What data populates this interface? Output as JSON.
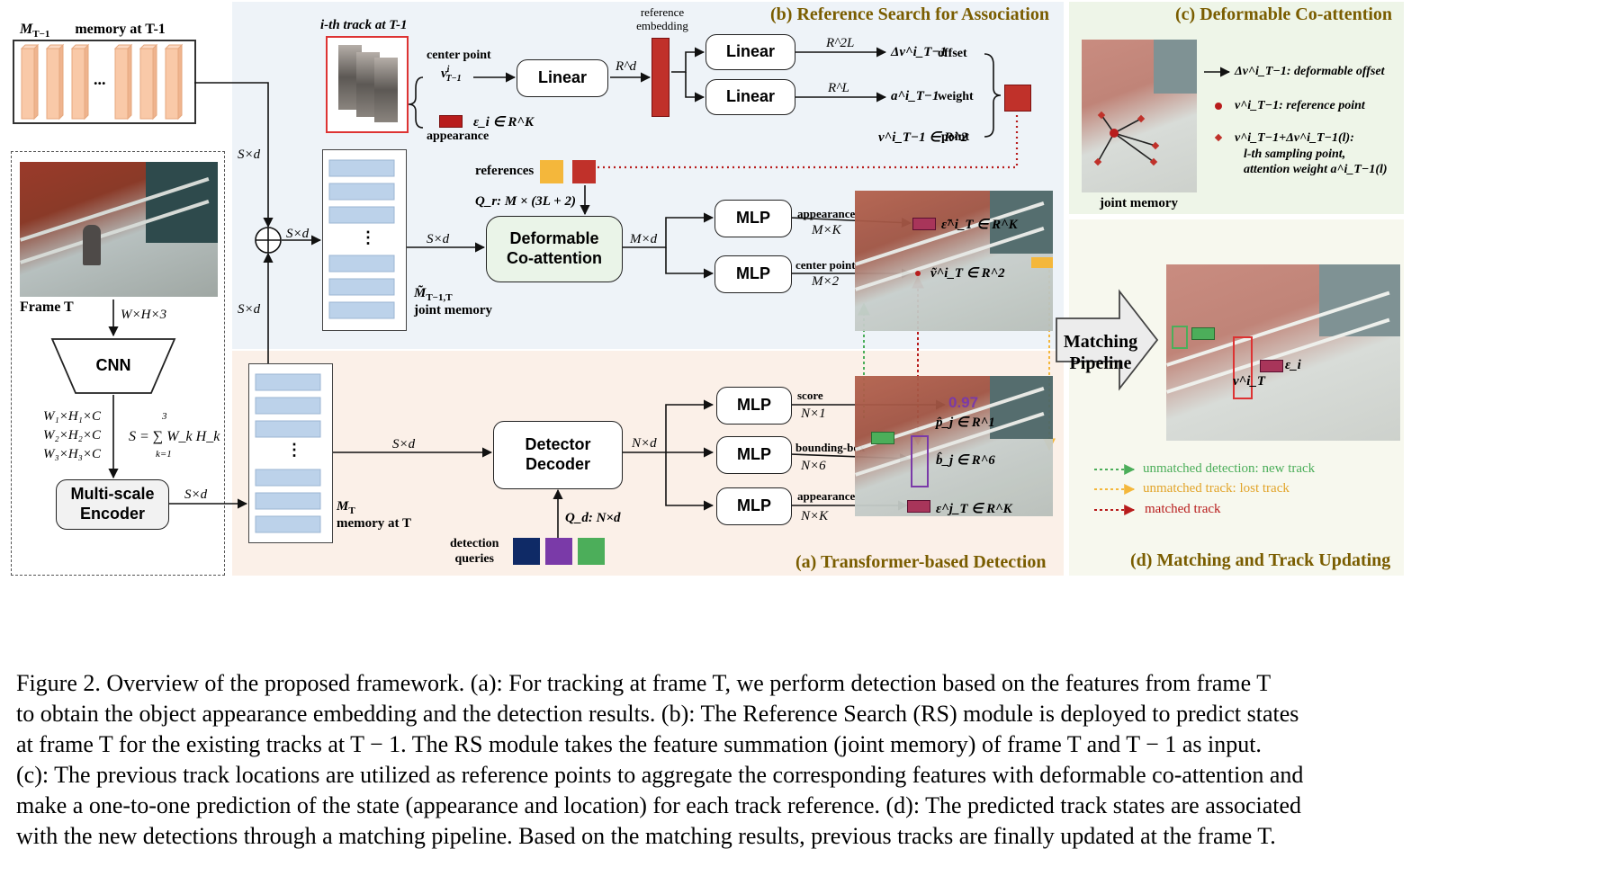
{
  "regions": {
    "reference_search": "(b) Reference Search for Association",
    "deformable_coattention": "(c) Deformable Co-attention",
    "transformer_detection": "(a) Transformer-based Detection",
    "matching": "(d) Matching and Track Updating"
  },
  "memory_prev": {
    "symbol": "M",
    "sub": "T−1",
    "label": "memory at T-1",
    "ellipsis": "..."
  },
  "frame": {
    "label": "Frame T",
    "dims": "W×H×3"
  },
  "cnn": {
    "label": "CNN"
  },
  "multiscale": {
    "label_line1": "Multi-scale",
    "label_line2": "Encoder",
    "feat1": "W₁×H₁×C",
    "feat2": "W₂×H₂×C",
    "feat3": "W₃×H₃×C",
    "sum_formula": "S = ∑ W_k H_k",
    "sum_top": "3",
    "sum_bottom": "k=1",
    "out": "S×d"
  },
  "memory_T": {
    "symbol": "M",
    "sub": "T",
    "label": "memory at T",
    "ellipsis": "⋮"
  },
  "joint_memory": {
    "symbol": "M̃",
    "sub": "T−1,T",
    "label": "joint memory",
    "ellipsis": "⋮"
  },
  "track": {
    "title": "i-th track at T-1",
    "center_label": "center point",
    "center_sym": "v",
    "center_sup": "i",
    "center_sub": "T−1",
    "appearance_label": "appearance",
    "appearance_sym": "ε_i ∈ R^K"
  },
  "linear_main": {
    "label": "Linear",
    "out": "R^d"
  },
  "ref_embedding": "reference embedding",
  "linear_offset": {
    "label": "Linear",
    "dim": "R^2L",
    "out": "Δv^i_T−1",
    "name": "offset"
  },
  "linear_weight": {
    "label": "Linear",
    "dim": "R^L",
    "out": "a^i_T−1",
    "name": "weight"
  },
  "point": {
    "out": "v^i_T−1 ∈ R^2",
    "name": "point"
  },
  "references": {
    "label": "references",
    "qr": "Q_r: M × (3L + 2)"
  },
  "deform": {
    "line1": "Deformable",
    "line2": "Co-attention",
    "in": "S×d",
    "out": "M×d"
  },
  "mlp_rs_app": {
    "label": "MLP",
    "name": "appearance",
    "dim": "M×K",
    "out": "ε̃^i_T ∈ R^K"
  },
  "mlp_rs_ctr": {
    "label": "MLP",
    "name": "center point",
    "dim": "M×2",
    "out": "ṽ^i_T ∈ R^2"
  },
  "sxd_labels": {
    "a": "S×d",
    "b": "S×d",
    "c": "S×d"
  },
  "decoder": {
    "line1": "Detector",
    "line2": "Decoder",
    "in": "S×d",
    "out": "N×d",
    "qd": "Q_d: N×d"
  },
  "detection_queries": {
    "line1": "detection",
    "line2": "queries"
  },
  "mlp_score": {
    "label": "MLP",
    "name": "score",
    "dim": "N×1",
    "value": "0.97",
    "out": "p̂_j ∈ R^1"
  },
  "mlp_bbox": {
    "label": "MLP",
    "name": "bounding-box",
    "dim": "N×6",
    "out": "b̂_j ∈ R^6"
  },
  "mlp_app": {
    "label": "MLP",
    "name": "appearance",
    "dim": "N×K",
    "out": "ε^j_T ∈ R^K"
  },
  "legend_c": {
    "offset": "Δv^i_T−1: deformable offset",
    "ref": "v^i_T−1: reference point",
    "samp1": "v^i_T−1+Δv^i_T−1(l):",
    "samp2": "l-th sampling point,",
    "samp3": "attention weight a^i_T−1(l)",
    "joint": "joint memory"
  },
  "matching": {
    "arrow_line1": "Matching",
    "arrow_line2": "Pipeline",
    "legend_new": "unmatched detection: new track",
    "legend_lost": "unmatched track: lost track",
    "legend_matched": "matched track",
    "eps": "ε_i",
    "v": "v^i_T"
  },
  "colors": {
    "top_bg": "#eef3f8",
    "bottom_bg": "#fbf0e8",
    "right_bg": "#f4f8ee",
    "title": "#7a5d00",
    "red": "#b81c1c",
    "yellow": "#f4b73b",
    "navy": "#0f2a66",
    "purple": "#7a3aa8",
    "green": "#4cae5a",
    "peach": "#f9c9a8",
    "memblue": "#bcd2ea"
  },
  "caption": {
    "line1": "Figure 2. Overview of the proposed framework. (a): For tracking at frame T, we perform detection based on the features from frame T",
    "line2": "to obtain the object appearance embedding and the detection results. (b): The Reference Search (RS) module is deployed to predict states",
    "line3": "at frame T for the existing tracks at T − 1. The RS module takes the feature summation (joint memory) of frame T and T − 1 as input.",
    "line4": "(c): The previous track locations are utilized as reference points to aggregate the corresponding features with deformable co-attention and",
    "line5": "make a one-to-one prediction of the state (appearance and location) for each track reference. (d): The predicted track states are associated",
    "line6": "with the new detections through a matching pipeline. Based on the matching results, previous tracks are finally updated at the frame T."
  }
}
